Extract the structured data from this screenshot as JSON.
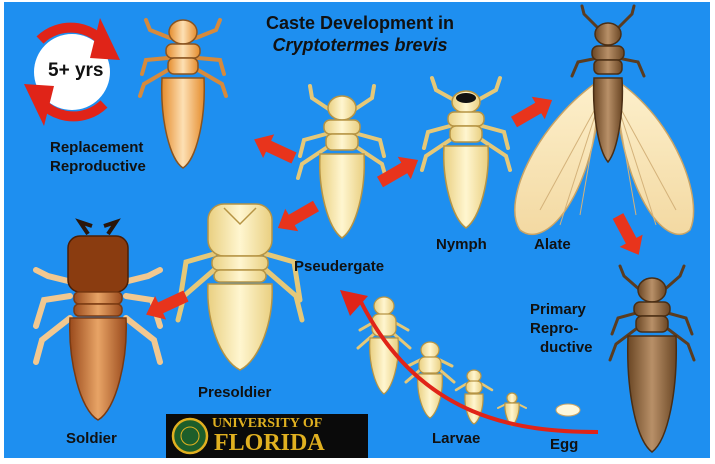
{
  "title": {
    "line1": "Caste Development in",
    "line2": "Cryptotermes brevis"
  },
  "badge": "5+ yrs",
  "labels": {
    "replacement_line1": "Replacement",
    "replacement_line2": "Reproductive",
    "pseudergate": "Pseudergate",
    "nymph": "Nymph",
    "alate": "Alate",
    "presoldier": "Presoldier",
    "soldier": "Soldier",
    "primary_line1": "Primary",
    "primary_line2": "Repro-",
    "primary_line3": "ductive",
    "larvae": "Larvae",
    "egg": "Egg"
  },
  "logo": {
    "line1": "UNIVERSITY OF",
    "line2": "FLORIDA"
  },
  "colors": {
    "background": "#1e8ff0",
    "arrow": "#e8341c",
    "pale_body": "#f5e7b0",
    "orange_body": "#f0a54a",
    "soldier_body": "#b8602a",
    "brown_body": "#8a6440",
    "logo_gold": "#e0b020"
  }
}
